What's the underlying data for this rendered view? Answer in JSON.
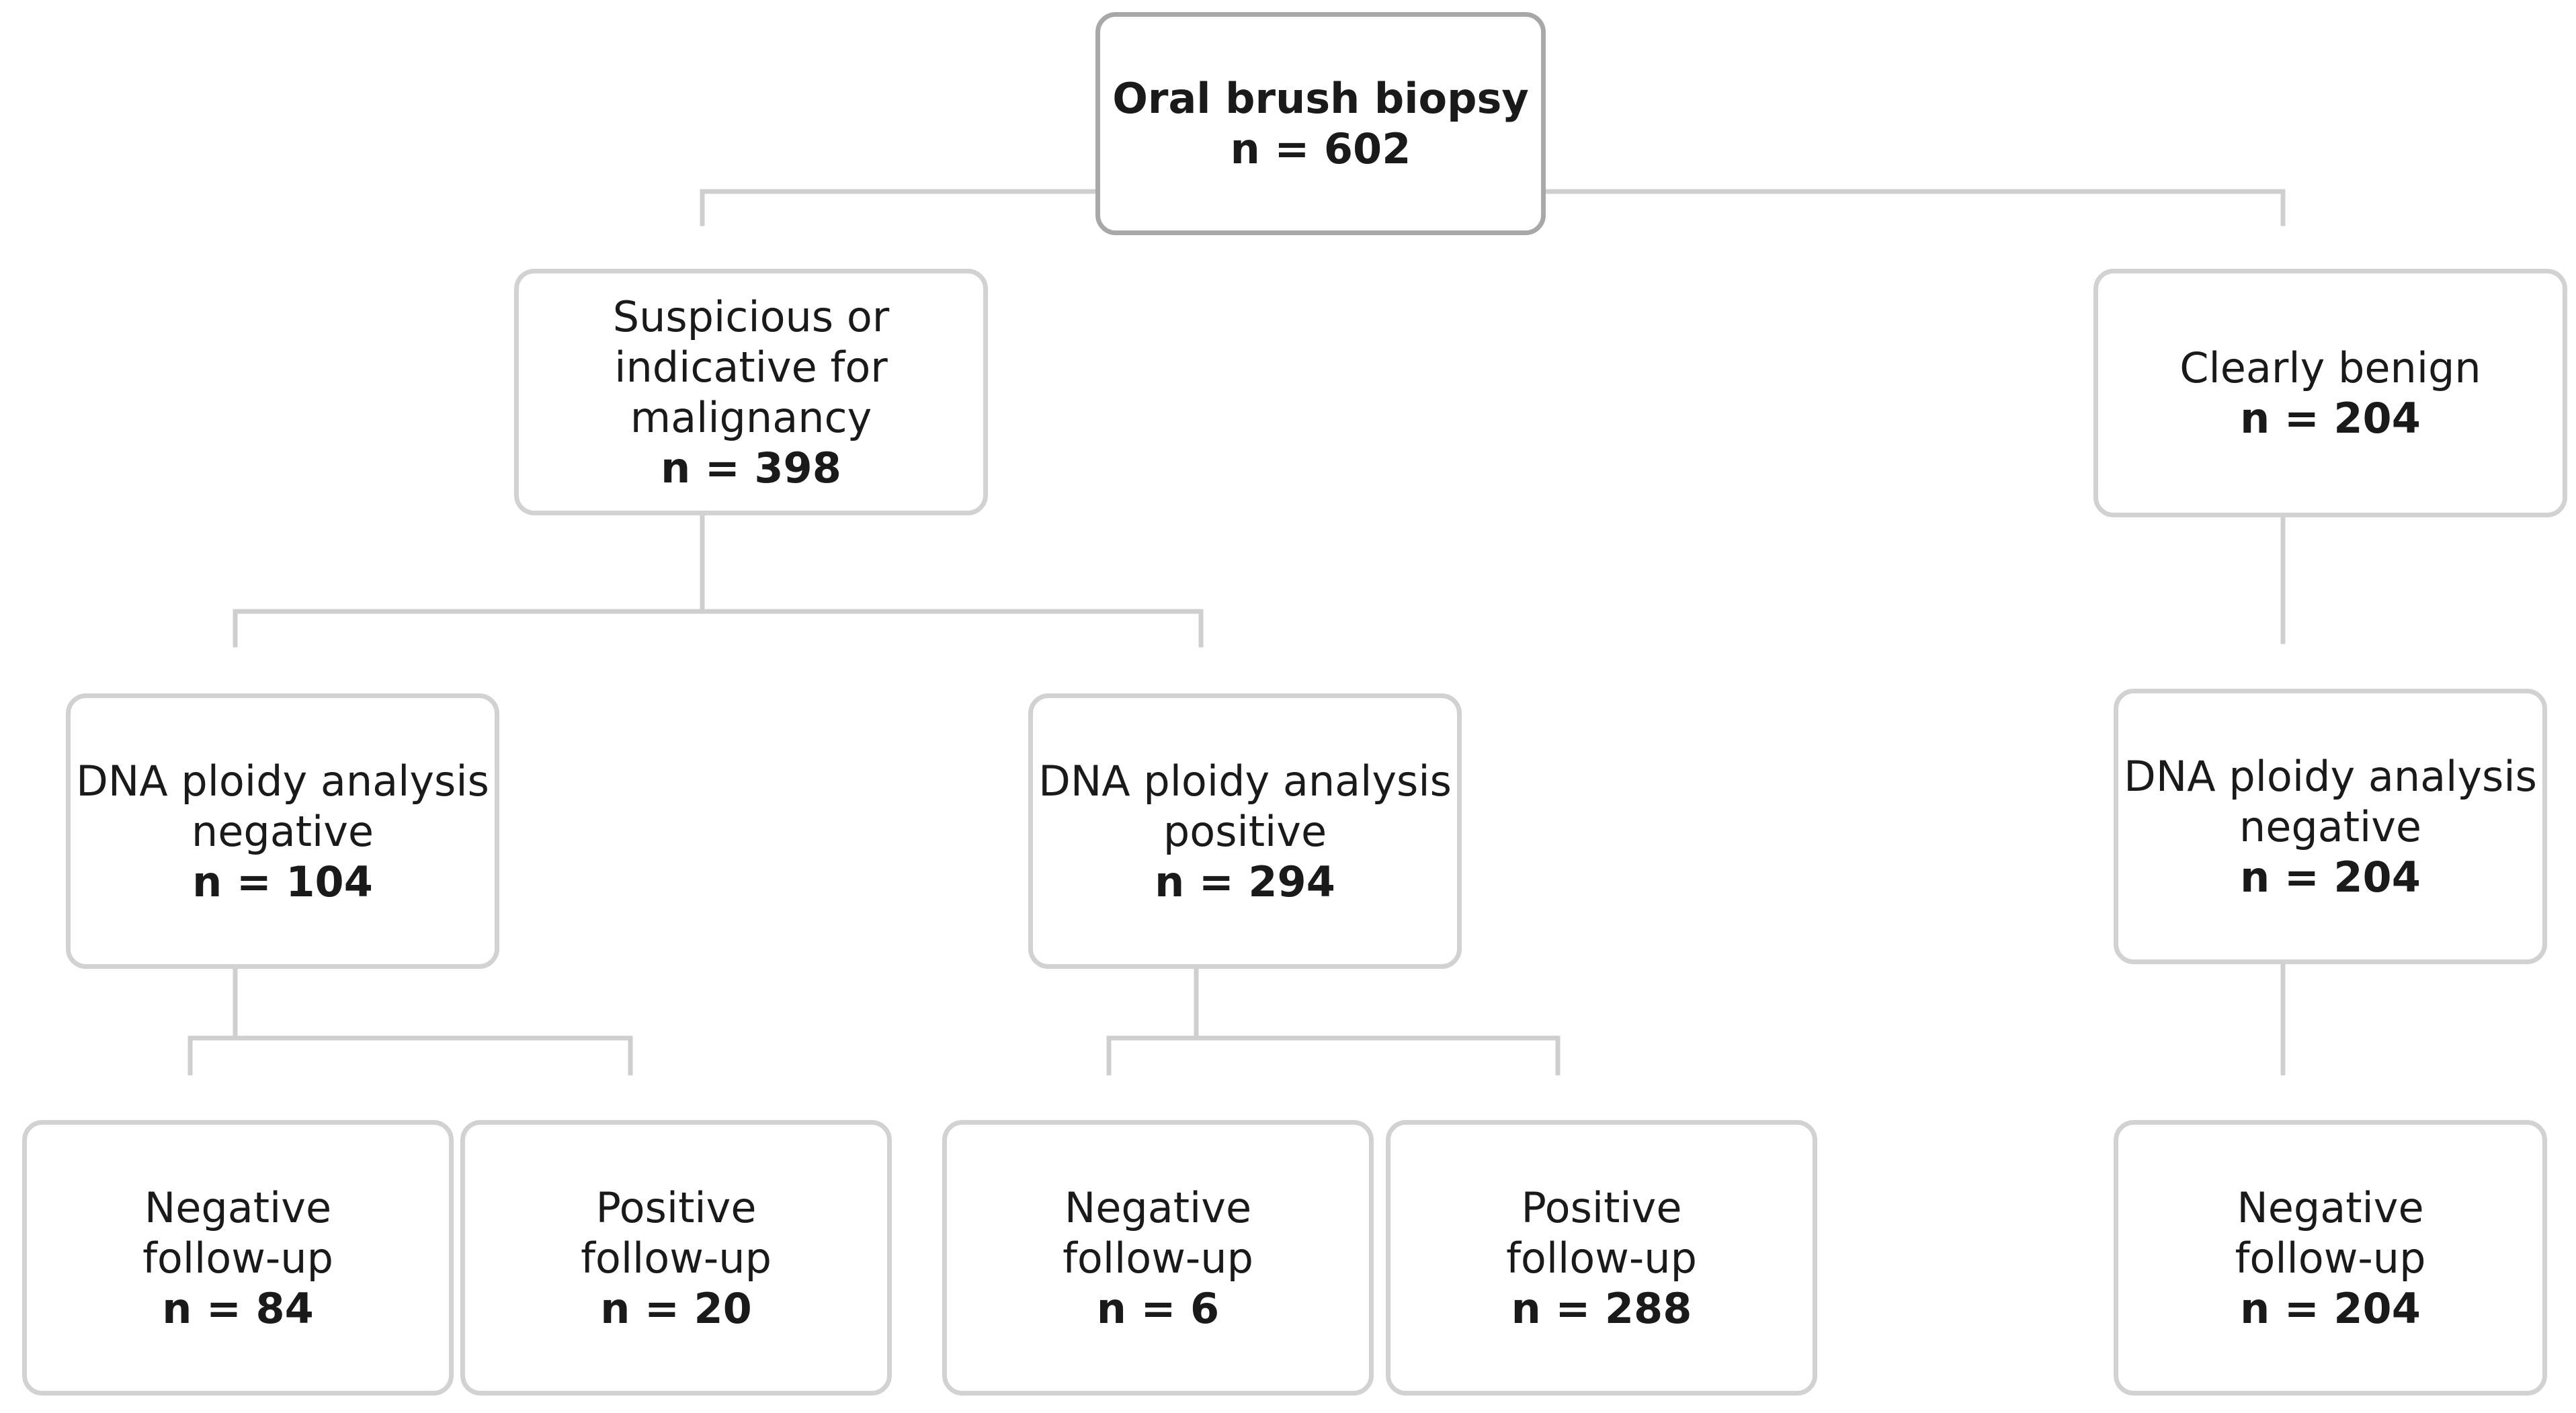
{
  "diagram": {
    "root": {
      "title": "Oral brush biopsy",
      "count": "n = 602"
    },
    "suspicious": {
      "lines": [
        "Suspicious or",
        "indicative for",
        "malignancy"
      ],
      "count": "n = 398"
    },
    "benign": {
      "lines": [
        "Clearly benign"
      ],
      "count": "n = 204"
    },
    "dna_negative": {
      "lines": [
        "DNA ploidy analysis",
        "negative"
      ],
      "count": "n = 104"
    },
    "dna_positive": {
      "lines": [
        "DNA ploidy analysis",
        "positive"
      ],
      "count": "n = 294"
    },
    "benign_dna_negative": {
      "lines": [
        "DNA ploidy analysis",
        "negative"
      ],
      "count": "n = 204"
    },
    "neg_neg_followup": {
      "lines": [
        "Negative",
        "follow-up"
      ],
      "count": "n = 84"
    },
    "neg_pos_followup": {
      "lines": [
        "Positive",
        "follow-up"
      ],
      "count": "n = 20"
    },
    "pos_neg_followup": {
      "lines": [
        "Negative",
        "follow-up"
      ],
      "count": "n = 6"
    },
    "pos_pos_followup": {
      "lines": [
        "Positive",
        "follow-up"
      ],
      "count": "n = 288"
    },
    "benign_neg_followup": {
      "lines": [
        "Negative",
        "follow-up"
      ],
      "count": "n = 204"
    }
  }
}
